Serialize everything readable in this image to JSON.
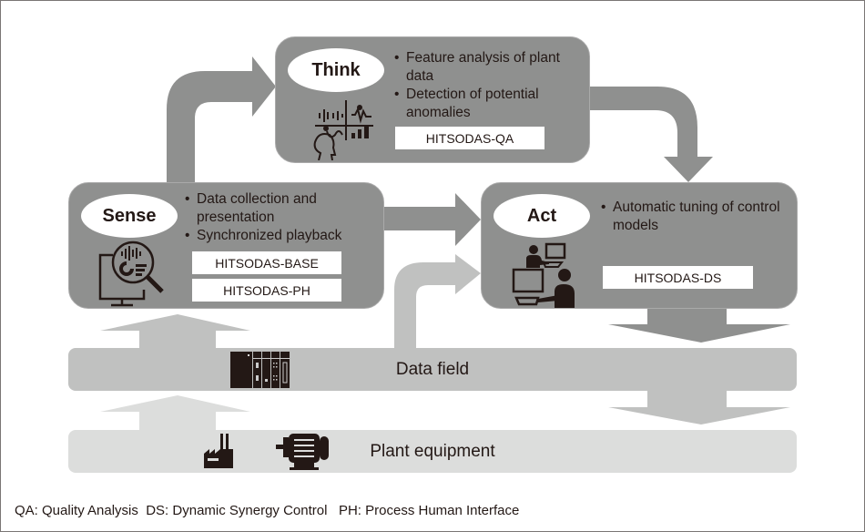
{
  "diagram": {
    "stages": {
      "think": {
        "label": "Think",
        "bullets": [
          "Feature analysis of plant data",
          "Detection of potential anomalies"
        ],
        "products": [
          "HITSODAS-QA"
        ],
        "icon": "analysis-person-icon"
      },
      "sense": {
        "label": "Sense",
        "bullets": [
          "Data collection and presentation",
          "Synchronized playback"
        ],
        "products": [
          "HITSODAS-BASE",
          "HITSODAS-PH"
        ],
        "icon": "monitor-magnifier-icon"
      },
      "act": {
        "label": "Act",
        "bullets": [
          "Automatic tuning of control models"
        ],
        "products": [
          "HITSODAS-DS"
        ],
        "icon": "operators-at-terminals-icon"
      }
    },
    "layers": {
      "data_field": {
        "label": "Data field",
        "icon": "controller-rack-icon"
      },
      "plant_equipment": {
        "label": "Plant equipment",
        "icons": [
          "factory-icon",
          "motor-icon"
        ]
      }
    },
    "flows": [
      {
        "from": "Sense",
        "to": "Think"
      },
      {
        "from": "Think",
        "to": "Act"
      },
      {
        "from": "Sense",
        "to": "Act"
      },
      {
        "from": "Data field",
        "to": "Act"
      },
      {
        "from": "Data field",
        "to": "Sense"
      },
      {
        "from": "Act",
        "to": "Data field"
      },
      {
        "from": "Plant equipment",
        "to": "Data field"
      },
      {
        "from": "Data field",
        "to": "Plant equipment"
      }
    ],
    "colors": {
      "panel": "#8f908f",
      "arrow_dark": "#8f908f",
      "data_field": "#c0c1c0",
      "plant_equipment": "#dcdddc",
      "ink": "#231815"
    }
  },
  "legend": {
    "text": "QA: Quality Analysis  DS: Dynamic Synergy Control   PH: Process Human Interface"
  }
}
